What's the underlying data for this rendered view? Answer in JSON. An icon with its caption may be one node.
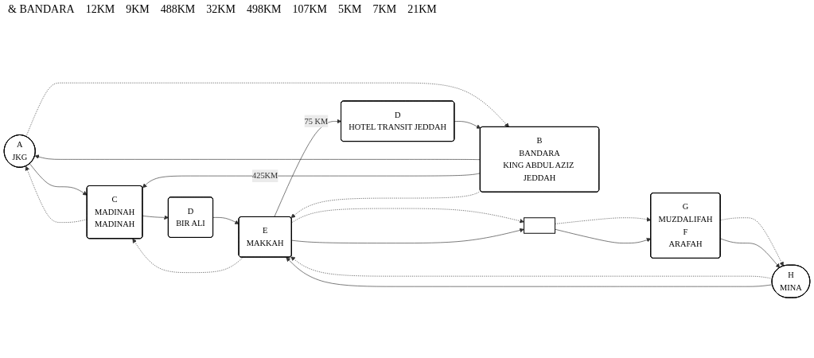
{
  "diagram": {
    "nodes": [
      {
        "text": [
          "A",
          "JKG"
        ]
      },
      {
        "text": [
          "C",
          "MADINAH",
          "MADINAH"
        ]
      },
      {
        "text": [
          "B",
          "BANDARA",
          "KING ABDUL AZIZ JEDDAH"
        ]
      },
      {
        "text": [
          "D",
          "BIR ALI"
        ]
      },
      {
        "text": [
          "G",
          "MUZDALIFAH",
          "F",
          "ARAFAH"
        ]
      },
      {
        "text": [],
        "shape": "box"
      },
      {
        "text": [
          "H",
          "MINA"
        ]
      },
      {
        "text": [
          "D",
          "HOTEL TRANSIT JEDDAH"
        ]
      },
      {
        "text": [
          "E",
          "MAKKAH"
        ]
      }
    ],
    "edges": [
      {
        "from": 0,
        "to": 1,
        "arrow": "to"
      },
      {
        "from": 1,
        "to": 0,
        "arrow": "to",
        "style": "dashed"
      },
      {
        "from": 0,
        "to": 2,
        "arrow": "to",
        "style": "dashed"
      },
      {
        "from": 2,
        "to": 0,
        "arrow": "to"
      },
      {
        "from": 2,
        "to": 1,
        "arrow": "to",
        "label": "425KM"
      },
      {
        "from": 1,
        "to": 3,
        "arrow": "to"
      },
      {
        "from": 7,
        "to": 2,
        "arrow": "to"
      },
      {
        "from": 2,
        "to": 8,
        "arrow": "to",
        "style": "dashed"
      },
      {
        "from": 8,
        "to": 7,
        "arrow": "to",
        "label": "75 KM"
      },
      {
        "from": 8,
        "to": 1,
        "arrow": "to",
        "style": "dashed"
      },
      {
        "from": 3,
        "to": 8,
        "arrow": "to"
      },
      {
        "from": 5,
        "to": 4,
        "arrow": "to",
        "style": "dashed"
      },
      {
        "from": 5,
        "to": 4,
        "arrow": "to"
      },
      {
        "from": 4,
        "to": 6,
        "arrow": "to",
        "style": "dashed"
      },
      {
        "from": 4,
        "to": 6,
        "arrow": "to"
      },
      {
        "from": 6,
        "to": 8,
        "arrow": "to",
        "style": "dashed"
      },
      {
        "from": 6,
        "to": 8,
        "arrow": "to"
      },
      {
        "from": 8,
        "to": 5,
        "arrow": "to",
        "style": "dashed"
      },
      {
        "from": 8,
        "to": 5,
        "arrow": "to"
      }
    ],
    "labels": [
      "& BANDARA",
      "12KM",
      "9KM",
      "488KM",
      "32KM",
      "498KM",
      "107KM",
      "5KM",
      "7KM",
      "21KM"
    ]
  }
}
